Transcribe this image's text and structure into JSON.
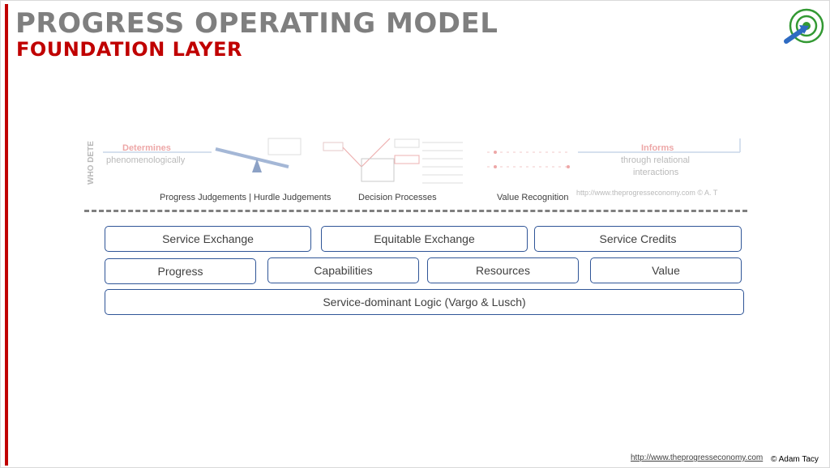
{
  "slide": {
    "title": "PROGRESS OPERATING MODEL",
    "subtitle": "FOUNDATION LAYER"
  },
  "strip": {
    "determines_label": "Determines",
    "phenomenologically": "phenomenologically",
    "who_label": "WHO DETE",
    "informs_label": "Informs",
    "through_relational": "through relational",
    "interactions": "interactions",
    "url_fragment": "http://www.theprogresseconomy.com  © A. T",
    "captions": {
      "judgements": "Progress Judgements | Hurdle Judgements",
      "decision": "Decision Processes",
      "value": "Value Recognition"
    }
  },
  "boxes": {
    "row1": [
      "Service Exchange",
      "Equitable Exchange",
      "Service Credits"
    ],
    "row2": [
      "Progress",
      "Capabilities",
      "Resources",
      "Value"
    ],
    "row3": "Service-dominant Logic (Vargo & Lusch)"
  },
  "footer": {
    "link": "http://www.theprogresseconomy.com",
    "copyright": "© Adam Tacy"
  },
  "colors": {
    "accent_red": "#c00000",
    "title_gray": "#7f7f7f",
    "box_border": "#2f5597",
    "logo_green": "#339933",
    "logo_arrow": "#2e6bc2"
  }
}
